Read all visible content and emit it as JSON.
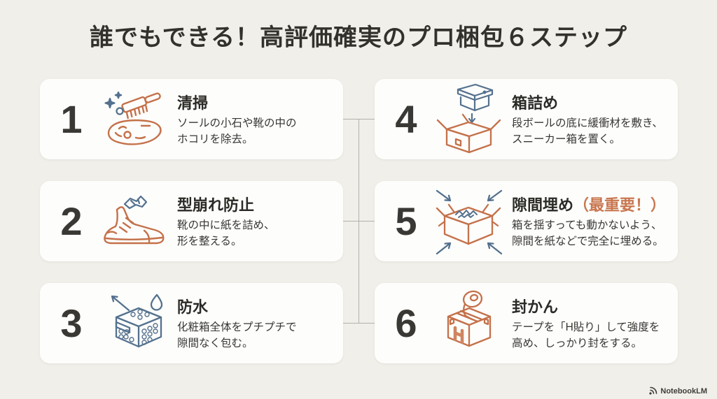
{
  "page": {
    "title": "誰でもできる！高評価確実のプロ梱包６ステップ"
  },
  "colors": {
    "background": "#f0efe9",
    "card": "#fdfdfb",
    "accent_orange": "#c4714a",
    "accent_blue": "#54718e",
    "highlight_text": "#c9764f",
    "text_dark": "#2d2b27",
    "connector": "#b3b1a9"
  },
  "steps": [
    {
      "number": "1",
      "title": "清掃",
      "title_suffix": "",
      "description": "ソールの小石や靴の中の\nホコリを除去。",
      "icon": "shoe-sole-brush-icon"
    },
    {
      "number": "2",
      "title": "型崩れ防止",
      "title_suffix": "",
      "description": "靴の中に紙を詰め、\n形を整える。",
      "icon": "sneaker-paper-stuffing-icon"
    },
    {
      "number": "3",
      "title": "防水",
      "title_suffix": "",
      "description": "化粧箱全体をプチプチで\n隙間なく包む。",
      "icon": "bubble-wrap-box-icon"
    },
    {
      "number": "4",
      "title": "箱詰め",
      "title_suffix": "",
      "description": "段ボールの底に緩衝材を敷き、\nスニーカー箱を置く。",
      "icon": "shoebox-into-carton-icon"
    },
    {
      "number": "5",
      "title": "隙間埋め",
      "title_suffix": "（最重要！）",
      "description": "箱を揺すっても動かないよう、\n隙間を紙などで完全に埋める。",
      "icon": "gap-filling-arrows-box-icon"
    },
    {
      "number": "6",
      "title": "封かん",
      "title_suffix": "",
      "description": "テープを「H貼り」して強度を\n高め、しっかり封をする。",
      "icon": "h-taped-sealed-box-icon"
    }
  ],
  "branding": {
    "label": "NotebookLM",
    "icon": "notebooklm-logo-icon"
  }
}
